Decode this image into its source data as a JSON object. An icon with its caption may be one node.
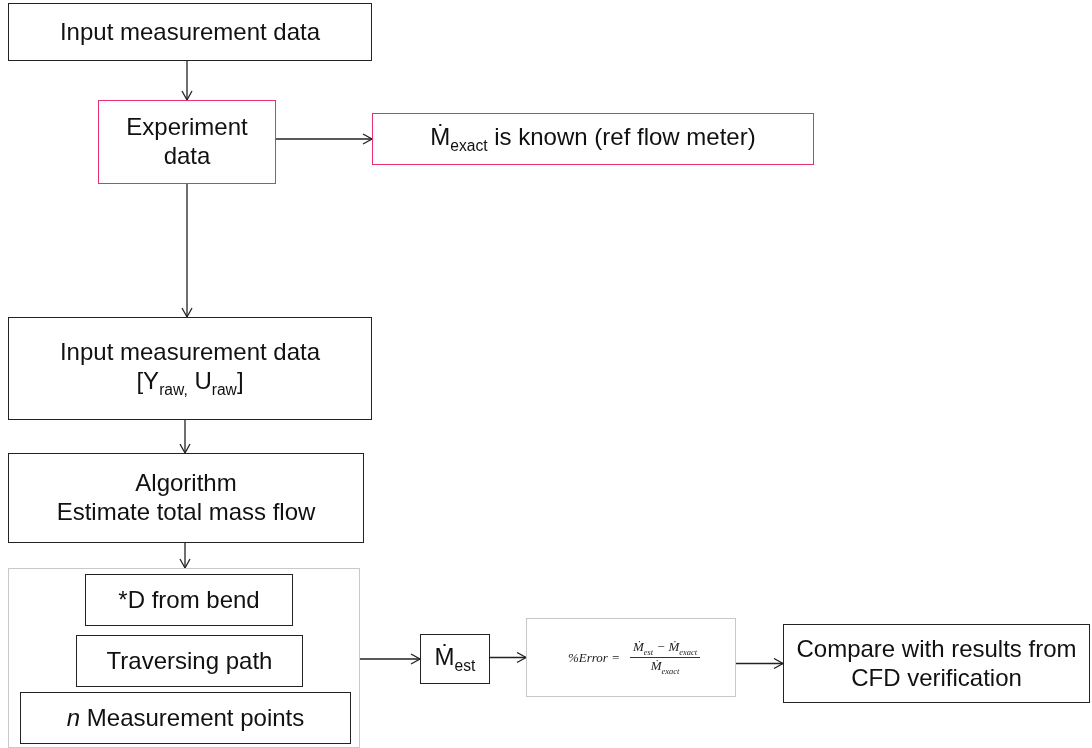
{
  "diagram": {
    "nodes": [
      {
        "text": [
          "Input measurement data"
        ]
      },
      {
        "text": [
          "Experiment data"
        ]
      },
      {
        "text": [
          "Ṁ$_{exact}$ is known (ref flow meter)"
        ]
      },
      {
        "text": [
          "Input measurement data",
          "[Y$_{raw,}$ U$_{raw}$]"
        ]
      },
      {
        "text": [
          "Algorithm",
          "Estimate total mass flow"
        ]
      },
      {
        "text": [],
        "shape": "box"
      },
      {
        "text": [
          "*D from bend"
        ],
        "in": 5
      },
      {
        "text": [
          "Traversing path"
        ],
        "in": 5
      },
      {
        "text": [
          "*n* Measurement points"
        ],
        "in": 5
      },
      {
        "text": [
          "Ṁ$_{est}$"
        ]
      },
      {
        "text": [
          "%Error =",
          "Ṁ$_{est}$ − Ṁ$_{exact}$",
          "Ṁ$_{exact}$"
        ]
      },
      {
        "text": [
          "Compare with results from CFD verification"
        ]
      }
    ],
    "edges": [
      {
        "from": 0,
        "to": 1,
        "arrow": "to"
      },
      {
        "from": 1,
        "to": 2,
        "arrow": "to"
      },
      {
        "from": 1,
        "to": 3,
        "arrow": "to"
      },
      {
        "from": 3,
        "to": 4,
        "arrow": "to"
      },
      {
        "from": 4,
        "to": 5,
        "arrow": "to"
      },
      {
        "from": 5,
        "to": 9,
        "arrow": "to"
      },
      {
        "from": 9,
        "to": 10,
        "arrow": "to"
      },
      {
        "from": 10,
        "to": 11,
        "arrow": "to"
      }
    ]
  }
}
